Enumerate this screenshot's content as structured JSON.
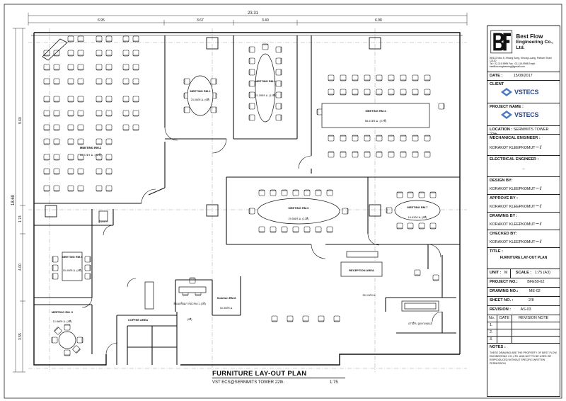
{
  "drawing": {
    "title": "FURNITURE LAY-OUT PLAN",
    "subtitle": "VST ECS@SERMMITS TOWER 22th.",
    "scale_note": "1:75",
    "dims_top": [
      "23.31",
      "6.95",
      "3.67",
      "3.40",
      "6.98"
    ],
    "dims_left": [
      "18.69",
      "9.60",
      "1.74",
      "4.00",
      "3.55"
    ]
  },
  "rooms": {
    "rm1": {
      "title": "MEETING RM.1",
      "area": "66.72ตร.ม. (48ที่)"
    },
    "rm2": {
      "title": "MEETING RM.2",
      "area": "23.06ตร.ม. (6ที่)"
    },
    "rm3": {
      "title": "MEETING RM.3",
      "area": "21.39ตร.ม. (12ที่)"
    },
    "rm4": {
      "title": "MEETING RM.4",
      "area": "56.61ตร.ม. (27ที่)"
    },
    "rm5": {
      "title": "MEETING RM.5",
      "area": "15.40ตร.ม. (4ที่)"
    },
    "rm6": {
      "title": "MEETING RM.6",
      "area": "29.55ตร.ม. (12ที่)"
    },
    "rm7": {
      "title": "MEETING RM.7",
      "area": "18.61ตร.ม. (6ที่)"
    },
    "rm8": {
      "title": "Solution RM.8",
      "area": "16.30ตร.ม."
    },
    "rm9": {
      "title": "MEETING RM. 9",
      "area": "12.88ตร.ม. (4ที่)"
    },
    "rm11": {
      "title": "ห้องเตรียมการณ์ RM.1 (2ที่)",
      "area": "(4ที่)"
    },
    "coffee": "COFFEE AREA",
    "reception": "RECEPTION AREA",
    "reception_area": "35.11ตร.ม.",
    "waiting": "เก้าอี้รับ ลูกคาเทอนส์",
    "small_room": "ตู้เอกสาร"
  },
  "titleblock": {
    "company": "Best Flow Engineering Co., Ltd.",
    "company_line1": "Best Flow",
    "company_line2": "Engineering Co., Ltd.",
    "address": "55/122 Moo 5, Khlong Song, Khlong Luang, Pathum Thani 12120",
    "contact": "Tel : 02-119-9999 Fax : 02-119-9998 Email : bestflow.engineering@gmail.com",
    "date_label": "DATE :",
    "date_value": "15/08/2017",
    "client_label": "CLIENT",
    "client_logo": "VSTECS",
    "project_label": "PROJECT NAME :",
    "project_logo": "VSTECS",
    "location_label": "LOCATION :",
    "location_value": "SERMMITS TOWER 22th.",
    "mech_label": "MECHANICAL ENGINEER :",
    "mech_value": "KORAKOT  KLEEPKOMUT",
    "elec_label": "ELECTRICAL ENGINEER :",
    "elec_value": "_",
    "design_label": "DESIGN BY:",
    "design_value": "KORAKOT  KLEEPKOMUT",
    "approve_label": "APPROVE BY :",
    "approve_value": "KORAKOT  KLEEPKOMUT",
    "drawing_label": "DRAWING BY :",
    "drawing_value": "KORAKOT  KLEEPKOMUT",
    "checked_label": "CHECKED BY:",
    "checked_value": "KORAKOT  KLEEPKOMUT",
    "title_label": "TITLE :",
    "title_value": "FURNITURE  LAY-OUT  PLAN",
    "unit_label": "UNIT :",
    "unit_value": "M",
    "scale_label": "SCALE :",
    "scale_value": "1:75 (A3)",
    "projno_label": "PROJECT NO.:",
    "projno_value": "BFE59-62",
    "drawno_label": "DRAWING NO.:",
    "drawno_value": "ME-02",
    "sheet_label": "SHEET NO. :",
    "sheet_value": "2/8",
    "rev_label": "REVISION :",
    "rev_value": "AS-03",
    "rev_cols": [
      "No.",
      "DATE",
      "REVISION NOTE"
    ],
    "rev_rows": [
      "1.",
      "2.",
      "3."
    ],
    "notes_label": "NOTES :",
    "notes_text": "THESE DRAWING ARE THE PROPERTY OF BEST FLOW ENGINEERING CO.,LTD. AND NOT TO BE USED OR REPRODUCED WITHOUT SPECIFIC WRITTEN PERMISSION"
  }
}
